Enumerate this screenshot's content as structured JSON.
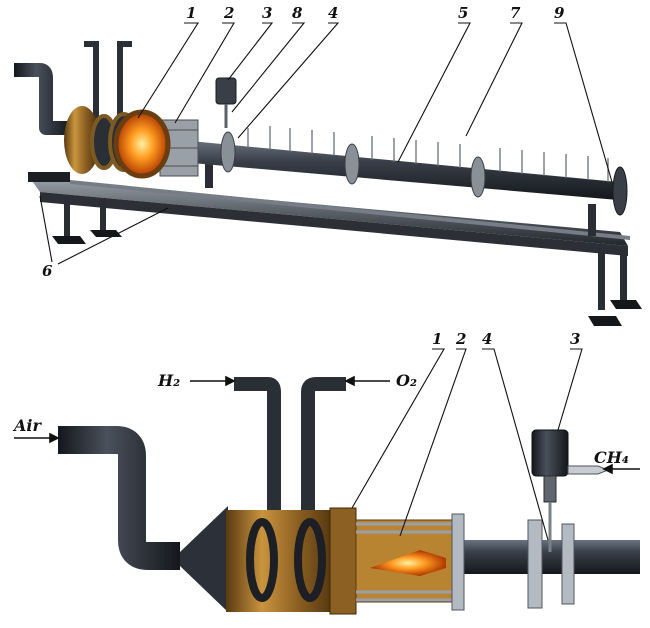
{
  "figure": {
    "top_view": {
      "callouts": [
        "1",
        "2",
        "3",
        "8",
        "4",
        "5",
        "7",
        "9",
        "6"
      ]
    },
    "bottom_view": {
      "callouts": [
        "1",
        "2",
        "4",
        "3"
      ],
      "gas_inputs": {
        "air": "Air",
        "hydrogen": "H₂",
        "oxygen": "O₂",
        "methane": "CH₄"
      }
    }
  },
  "colors": {
    "pipe": "#2a2f38",
    "flange": "#a8782a",
    "flame": "#ff8a1c",
    "frame": "#3c4048"
  }
}
